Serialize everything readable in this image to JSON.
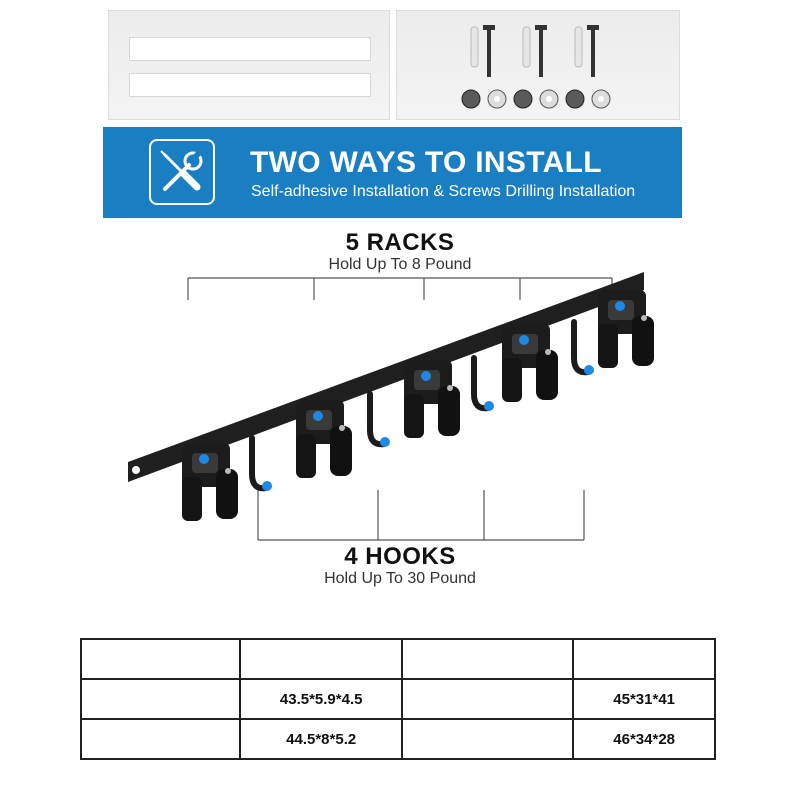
{
  "banner": {
    "title": "TWO WAYS TO INSTALL",
    "subtitle": "Self-adhesive Installation & Screws Drilling Installation",
    "color": "#1a7ec3",
    "icon": "wrench-screwdriver-icon"
  },
  "racks": {
    "heading": "5 RACKS",
    "subheading": "Hold Up To 8 Pound"
  },
  "hooks": {
    "heading": "4 HOOKS",
    "subheading": "Hold Up To 30 Pound"
  },
  "spec_table": {
    "rows": [
      [
        "",
        "",
        "",
        ""
      ],
      [
        "",
        "43.5*5.9*4.5",
        "",
        "45*31*41"
      ],
      [
        "",
        "44.5*8*5.2",
        "",
        "46*34*28"
      ]
    ]
  },
  "accent_color": "#1e88e5"
}
